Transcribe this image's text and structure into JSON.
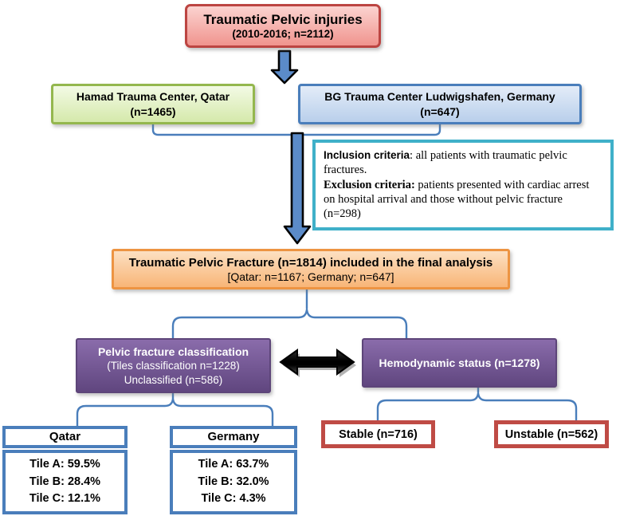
{
  "title_box": {
    "line1": "Traumatic Pelvic injuries",
    "line2": "(2010-2016; n=2112)"
  },
  "hamad_box": {
    "line1": "Hamad Trauma Center, Qatar",
    "line2": "(n=1465)"
  },
  "bg_box": {
    "line1": "BG Trauma Center Ludwigshafen, Germany",
    "line2": "(n=647)"
  },
  "criteria": {
    "inclusion_label": "Inclusion criteria",
    "inclusion_text": ": all patients with traumatic pelvic fractures.",
    "exclusion_label": "Exclusion criteria:",
    "exclusion_text": " patients presented with cardiac arrest on hospital arrival and those without pelvic fracture (n=298)"
  },
  "final_box": {
    "line1": "Traumatic Pelvic Fracture (n=1814) included in the final analysis",
    "line2": "[Qatar: n=1167; Germany; n=647]"
  },
  "classification_box": {
    "line1": "Pelvic fracture classification",
    "line2": "(Tiles classification n=1228)",
    "line3": "Unclassified (n=586)"
  },
  "hemodynamic_box": {
    "label": "Hemodynamic status (n=1278)"
  },
  "qatar_panel": {
    "header": "Qatar",
    "rows": [
      "Tile A: 59.5%",
      "Tile B: 28.4%",
      "Tile C: 12.1%"
    ]
  },
  "germany_panel": {
    "header": "Germany",
    "rows": [
      "Tile A: 63.7%",
      "Tile B: 32.0%",
      "Tile C: 4.3%"
    ]
  },
  "stable_box": {
    "label": "Stable (n=716)"
  },
  "unstable_box": {
    "label": "Unstable (n=562)"
  },
  "colors": {
    "red_border": "#bc4542",
    "red_fill_top": "#fbd3d0",
    "red_fill_bottom": "#f0948e",
    "green_border": "#94b74e",
    "green_fill_top": "#f3fae5",
    "green_fill_bottom": "#d5e9ab",
    "blue_border": "#4a7ebb",
    "blue_fill_top": "#e3ecf8",
    "blue_fill_bottom": "#b9cfeb",
    "cyan_border": "#3fb0c9",
    "orange_border": "#ed9442",
    "orange_fill_top": "#fce0c2",
    "orange_fill_bottom": "#f8b577",
    "purple_border": "#5d4579",
    "purple_fill_top": "#8a6cab",
    "purple_fill_bottom": "#60467f",
    "brick_border": "#bf4b45",
    "connector_blue": "#4a7ebb",
    "arrow_blue": "#5b8bc9"
  }
}
